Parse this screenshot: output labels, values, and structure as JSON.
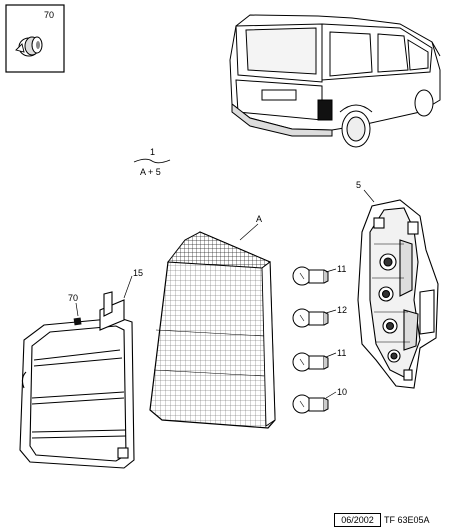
{
  "inset_label": "70",
  "parts": {
    "assembly_ref_top": "1",
    "assembly_ref_bottom": "A + 5",
    "lens": "A",
    "bulb_holder": "5",
    "bracket": "15",
    "clip": "70",
    "bulb_1": "11",
    "bulb_2": "12",
    "bulb_3": "11",
    "bulb_4": "10"
  },
  "footer": {
    "date": "06/2002",
    "code": "TF 63E05A"
  }
}
